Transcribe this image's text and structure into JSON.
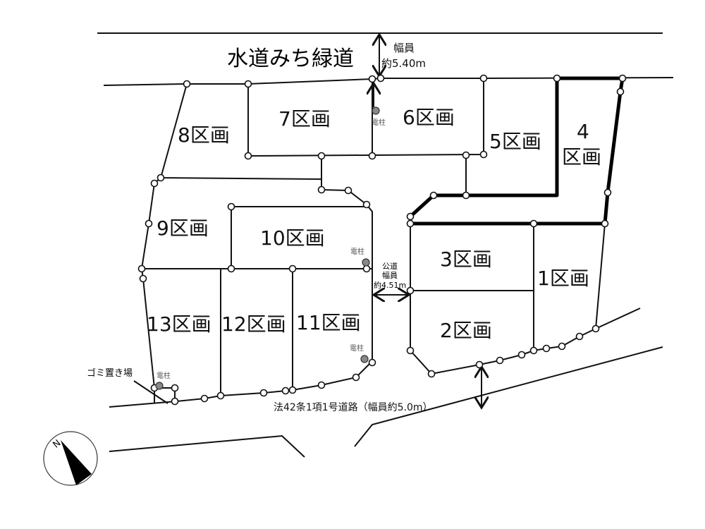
{
  "north_road": {
    "name": "水道みち緑道",
    "width_label": "幅員",
    "width_value": "約5.40m"
  },
  "south_road": {
    "label": "法42条1項1号道路（幅員約5.0m）"
  },
  "public_road": {
    "line1": "公道",
    "line2": "幅員",
    "line3": "約4.51m"
  },
  "lots": [
    "1区画",
    "2区画",
    "3区画",
    "4",
    "区画",
    "5区画",
    "6区画",
    "7区画",
    "8区画",
    "9区画",
    "10区画",
    "11区画",
    "12区画",
    "13区画"
  ],
  "garbage": "ゴミ置き場",
  "pole_label": "電柱",
  "compass": "N"
}
